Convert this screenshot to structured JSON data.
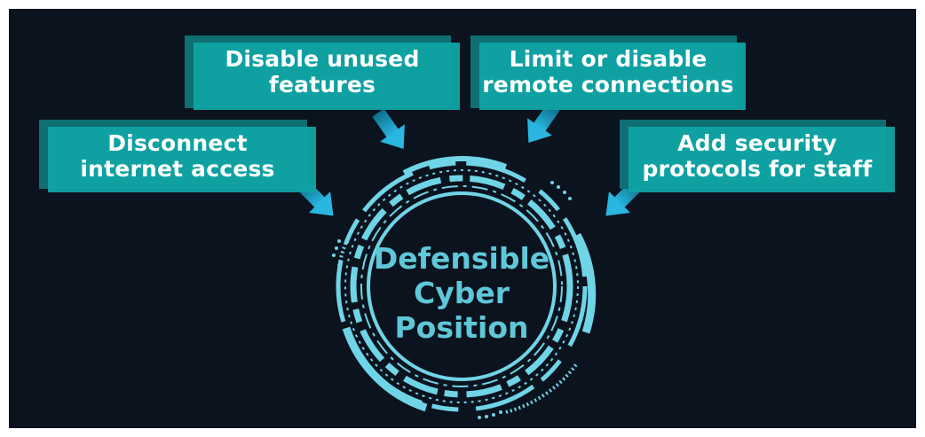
{
  "diagram": {
    "center_label": "Defensible\nCyber\nPosition",
    "boxes": [
      {
        "id": "disable-unused-features",
        "label": "Disable unused\nfeatures"
      },
      {
        "id": "limit-remote-connections",
        "label": "Limit or disable\nremote connections"
      },
      {
        "id": "disconnect-internet-access",
        "label": "Disconnect\ninternet access"
      },
      {
        "id": "add-security-protocols",
        "label": "Add security\nprotocols for staff"
      }
    ],
    "colors": {
      "background": "#0b131e",
      "box_fill": "#10a3a4",
      "box_shadow": "#0f6f72",
      "ring": "#6fd4e6",
      "center_text": "#5fc7d8",
      "label_text": "#ffffff"
    }
  }
}
